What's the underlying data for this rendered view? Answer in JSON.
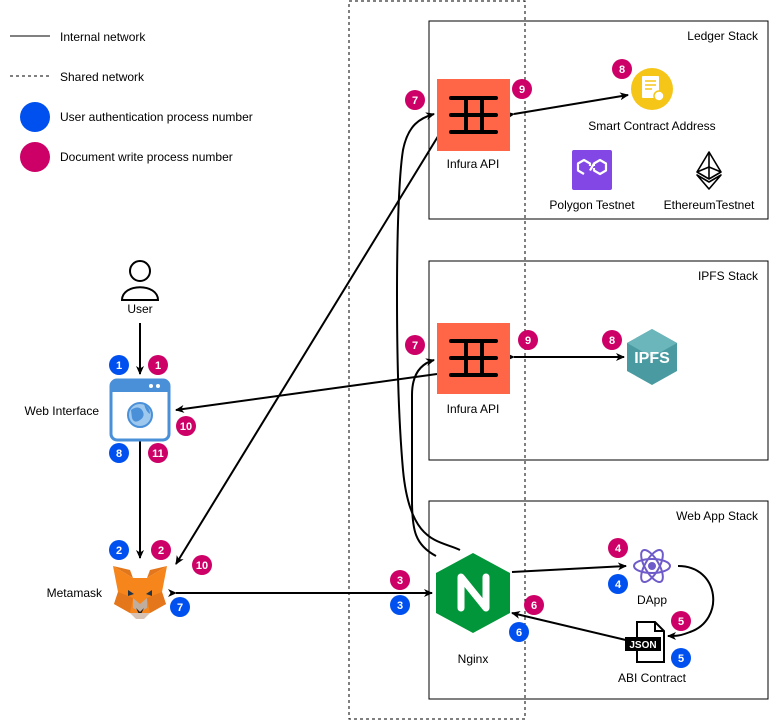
{
  "legend": {
    "internal_network": "Internal network",
    "shared_network": "Shared network",
    "user_auth": "User authentication process number",
    "doc_write": "Document write process number"
  },
  "colors": {
    "auth_blue": "#0050EF",
    "write_pink": "#CC0066",
    "infura_orange": "#FF6647",
    "nginx_green": "#009639",
    "polygon_purple": "#8247E5",
    "ipfs_teal": "#4A9BA1",
    "web_blue": "#4A90D9",
    "contract_gold": "#F5C518",
    "react_purple": "#6F5BC9"
  },
  "stacks": {
    "ledger": "Ledger Stack",
    "ipfs": "IPFS Stack",
    "webapp": "Web App Stack"
  },
  "nodes": {
    "user": "User",
    "web_interface": "Web Interface",
    "metamask": "Metamask",
    "infura_ledger": "Infura API",
    "infura_ipfs": "Infura API",
    "smart_contract": "Smart Contract Address",
    "polygon": "Polygon Testnet",
    "ethereum": "EthereumTestnet",
    "ipfs": "IPFS",
    "nginx": "Nginx",
    "dapp": "DApp",
    "abi": "ABI Contract",
    "json_label": "JSON"
  },
  "badges": [
    {
      "id": "auth-1",
      "text": "1",
      "type": "auth"
    },
    {
      "id": "write-1",
      "text": "1",
      "type": "write"
    },
    {
      "id": "write-10-web",
      "text": "10",
      "type": "write"
    },
    {
      "id": "auth-8",
      "text": "8",
      "type": "auth"
    },
    {
      "id": "write-11",
      "text": "11",
      "type": "write"
    },
    {
      "id": "auth-2",
      "text": "2",
      "type": "auth"
    },
    {
      "id": "write-2",
      "text": "2",
      "type": "write"
    },
    {
      "id": "write-10-mm",
      "text": "10",
      "type": "write"
    },
    {
      "id": "auth-7",
      "text": "7",
      "type": "auth"
    },
    {
      "id": "write-3",
      "text": "3",
      "type": "write"
    },
    {
      "id": "auth-3",
      "text": "3",
      "type": "auth"
    },
    {
      "id": "write-7-ledger",
      "text": "7",
      "type": "write"
    },
    {
      "id": "write-9-ledger",
      "text": "9",
      "type": "write"
    },
    {
      "id": "write-8-ledger",
      "text": "8",
      "type": "write"
    },
    {
      "id": "write-7-ipfs",
      "text": "7",
      "type": "write"
    },
    {
      "id": "write-9-ipfs",
      "text": "9",
      "type": "write"
    },
    {
      "id": "write-8-ipfs",
      "text": "8",
      "type": "write"
    },
    {
      "id": "write-4",
      "text": "4",
      "type": "write"
    },
    {
      "id": "auth-4",
      "text": "4",
      "type": "auth"
    },
    {
      "id": "write-5",
      "text": "5",
      "type": "write"
    },
    {
      "id": "auth-5",
      "text": "5",
      "type": "auth"
    },
    {
      "id": "write-6",
      "text": "6",
      "type": "write"
    },
    {
      "id": "auth-6",
      "text": "6",
      "type": "auth"
    }
  ]
}
